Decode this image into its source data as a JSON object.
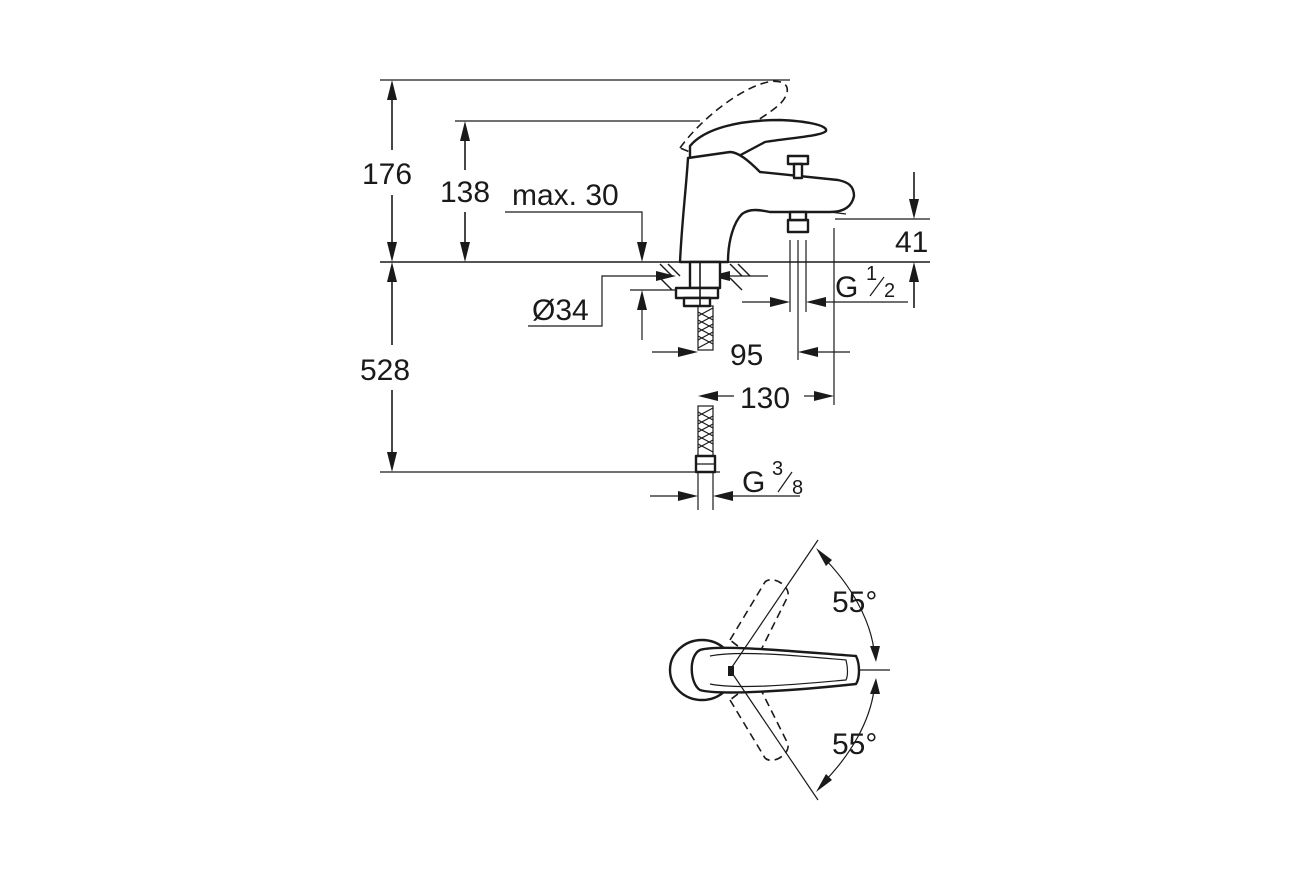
{
  "side_view": {
    "height_total": "176",
    "height_lever": "138",
    "max_thickness": "max. 30",
    "spout_height": "41",
    "hole_diameter": "Ø34",
    "thread_outlet": {
      "letter": "G",
      "num": "1",
      "den": "2"
    },
    "spout_offset": "95",
    "spout_reach": "130",
    "hose_length": "528",
    "thread_inlet": {
      "letter": "G",
      "num": "3",
      "den": "8"
    }
  },
  "top_view": {
    "angle_upper": "55°",
    "angle_lower": "55°"
  }
}
